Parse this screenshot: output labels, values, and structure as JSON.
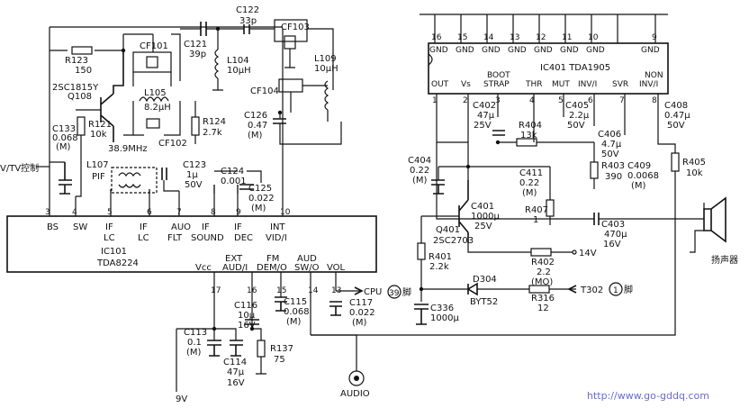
{
  "ic101": {
    "ref": "IC101",
    "model": "TDA8224",
    "pin_labels": [
      "BS",
      "SW",
      "IF",
      "LC",
      "IF",
      "LC",
      "AUO",
      "FLT",
      "IF",
      "SOUND",
      "IF",
      "DEC",
      "INT",
      "VID/I",
      "Vcc",
      "EXT",
      "AUD/I",
      "FM",
      "DEM/O",
      "AUD",
      "SW/O",
      "VOL"
    ],
    "pin_nums_top": [
      "3",
      "4",
      "5",
      "6",
      "7",
      "8",
      "9",
      "10"
    ],
    "pin_nums_bottom": [
      "17",
      "16",
      "15",
      "14",
      "13"
    ]
  },
  "ic401": {
    "title": "IC401 TDA1905",
    "top_pins": [
      {
        "num": "16",
        "label": "GND"
      },
      {
        "num": "15",
        "label": "GND"
      },
      {
        "num": "14",
        "label": "GND"
      },
      {
        "num": "13",
        "label": "GND"
      },
      {
        "num": "12",
        "label": "GND"
      },
      {
        "num": "11",
        "label": "GND"
      },
      {
        "num": "10",
        "label": "GND"
      },
      {
        "num": "9",
        "label": "GND"
      }
    ],
    "bottom_pins": [
      {
        "label": "OUT"
      },
      {
        "label": "Vs"
      },
      {
        "label": "BOOT"
      },
      {
        "label": "STRAP"
      },
      {
        "label": "THR"
      },
      {
        "label": "MUT"
      },
      {
        "label": "INV/I"
      },
      {
        "label": "SVR"
      },
      {
        "label": "NON"
      },
      {
        "label": "INV/I"
      }
    ],
    "bottom_nums": [
      "1",
      "2",
      "3",
      "4",
      "5",
      "6",
      "7",
      "8"
    ]
  },
  "parts": {
    "r123": {
      "ref": "R123",
      "value": "150"
    },
    "q108": {
      "type": "2SC1815Y",
      "ref": "Q108"
    },
    "r121": {
      "ref": "R121",
      "value": "10k"
    },
    "c133": {
      "ref": "C133",
      "value": "0.068",
      "note": "(M)"
    },
    "cf101": {
      "ref": "CF101"
    },
    "l105": {
      "ref": "L105",
      "value": "8.2μH"
    },
    "cf102": {
      "ref": "CF102"
    },
    "freq": {
      "value": "38.9MHz"
    },
    "c121": {
      "ref": "C121",
      "value": "39p"
    },
    "l104": {
      "ref": "L104",
      "value": "10μH"
    },
    "c122": {
      "ref": "C122",
      "value": "33p"
    },
    "cf103": {
      "ref": "CF103"
    },
    "l109": {
      "ref": "L109",
      "value": "10μH"
    },
    "cf104": {
      "ref": "CF104"
    },
    "r124": {
      "ref": "R124",
      "value": "2.7k"
    },
    "c126": {
      "ref": "C126",
      "value": "0.47",
      "note": "(M)"
    },
    "l107": {
      "ref": "L107",
      "note": "PIF"
    },
    "c123": {
      "ref": "C123",
      "value": "1μ",
      "rating": "50V"
    },
    "c124": {
      "ref": "C124",
      "value": "0.001"
    },
    "c125": {
      "ref": "C125",
      "value": "0.022",
      "note": "(M)"
    },
    "c116": {
      "ref": "C116",
      "value": "10μ",
      "rating": "16V"
    },
    "c115": {
      "ref": "C115",
      "value": "0.068",
      "note": "(M)"
    },
    "c117": {
      "ref": "C117",
      "value": "0.022",
      "note": "(M)"
    },
    "c113": {
      "ref": "C113",
      "value": "0.1",
      "note": "(M)"
    },
    "c114": {
      "ref": "C114",
      "value": "47μ",
      "rating": "16V"
    },
    "r137": {
      "ref": "R137",
      "value": "75"
    },
    "c402": {
      "ref": "C402",
      "value": "47μ",
      "rating": "25V"
    },
    "r404": {
      "ref": "R404",
      "value": "13k"
    },
    "c405": {
      "ref": "C405",
      "value": "2.2μ",
      "rating": "50V"
    },
    "c406": {
      "ref": "C406",
      "value": "4.7μ",
      "rating": "50V"
    },
    "r403": {
      "ref": "R403",
      "value": "390"
    },
    "c409": {
      "ref": "C409",
      "value": "0.0068",
      "note": "(M)"
    },
    "c408": {
      "ref": "C408",
      "value": "0.47μ",
      "rating": "50V"
    },
    "r405": {
      "ref": "R405",
      "value": "10k"
    },
    "c404": {
      "ref": "C404",
      "value": "0.22",
      "note": "(M)"
    },
    "c411": {
      "ref": "C411",
      "value": "0.22",
      "note": "(M)"
    },
    "r407": {
      "ref": "R407",
      "value": "1"
    },
    "q401": {
      "ref": "Q401",
      "type": "2SC2703"
    },
    "c401": {
      "ref": "C401",
      "value": "1000μ",
      "rating": "25V"
    },
    "c403": {
      "ref": "C403",
      "value": "470μ",
      "rating": "16V"
    },
    "r401": {
      "ref": "R401",
      "value": "2.2k"
    },
    "r402": {
      "ref": "R402",
      "value": "2.2",
      "note": "(MO)"
    },
    "d304": {
      "ref": "D304",
      "type": "BYT52"
    },
    "r316": {
      "ref": "R316",
      "value": "12"
    },
    "c336": {
      "ref": "C336",
      "value": "1000μ"
    }
  },
  "labels": {
    "vtv_control": "V/TV控制",
    "cpu": "CPU",
    "cpu_pin": "39",
    "pin_suffix": "脚",
    "supply_9v": "9V",
    "supply_14v": "14V",
    "audio": "AUDIO",
    "t302": "T302",
    "t302_pin": "1",
    "speaker": "扬声器",
    "url": "http://www.go-gddq.com"
  }
}
